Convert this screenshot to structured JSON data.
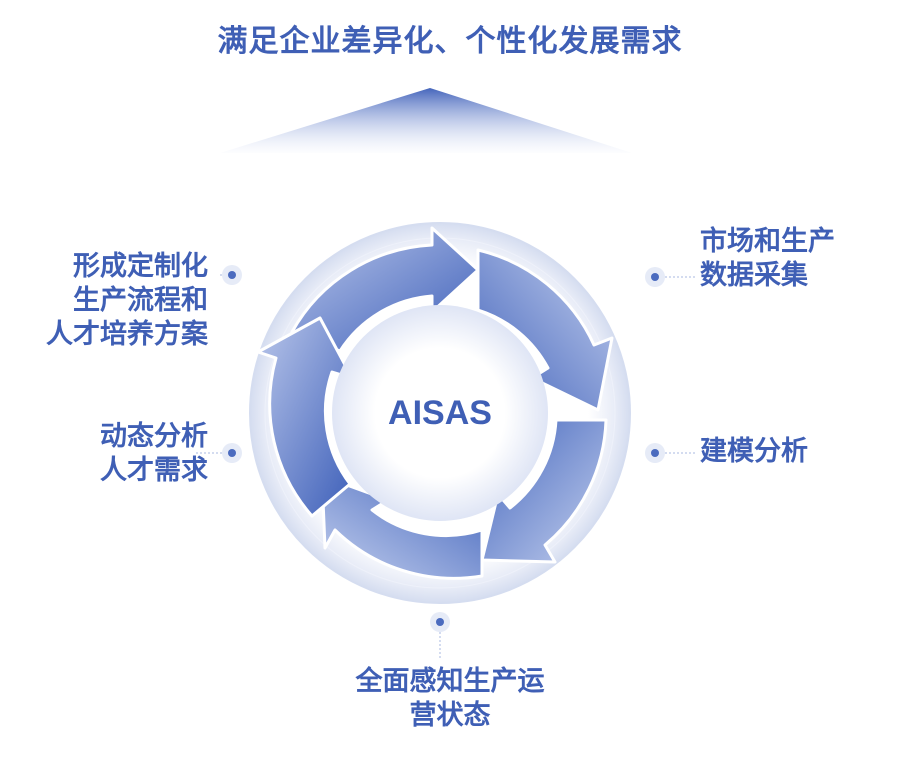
{
  "title": "满足企业差异化、个性化发展需求",
  "center_label": "AISAS",
  "nodes": {
    "top_left": [
      "形成定制化",
      "生产流程和",
      "人才培养方案"
    ],
    "top_right": [
      "市场和生产",
      "数据采集"
    ],
    "mid_left": [
      "动态分析",
      "人才需求"
    ],
    "mid_right": [
      "建模分析"
    ],
    "bottom": [
      "全面感知生产运",
      "营状态"
    ]
  },
  "colors": {
    "text": "#3f5fb5",
    "arrow_dark": "#3b5db8",
    "arrow_light": "#b4c3ea",
    "ring": "#e4e9f6"
  }
}
